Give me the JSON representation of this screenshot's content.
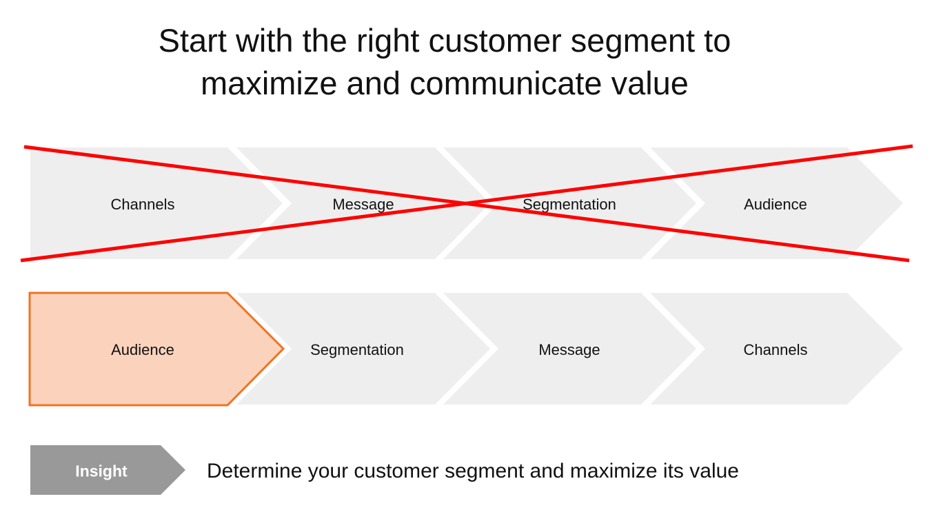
{
  "title": {
    "line1": "Start with the right customer segment to",
    "line2": "maximize and communicate value"
  },
  "wrong_flow": {
    "status": "crossed-out",
    "steps": [
      {
        "label": "Channels"
      },
      {
        "label": "Message"
      },
      {
        "label": "Segmentation"
      },
      {
        "label": "Audience"
      }
    ]
  },
  "right_flow": {
    "highlighted_step": 0,
    "steps": [
      {
        "label": "Audience"
      },
      {
        "label": "Segmentation"
      },
      {
        "label": "Message"
      },
      {
        "label": "Channels"
      }
    ]
  },
  "insight": {
    "tag": "Insight",
    "text": "Determine your customer segment and maximize its value"
  },
  "colors": {
    "chevron_fill": "#eeeeee",
    "highlight_fill": "#fbd3bd",
    "highlight_stroke": "#f07320",
    "cross_out": "#ff0000",
    "insight_tag": "#999999"
  }
}
